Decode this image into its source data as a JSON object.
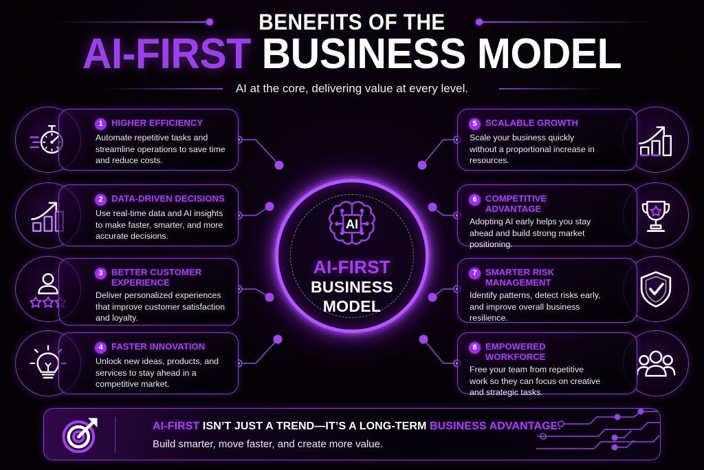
{
  "header": {
    "kicker": "BENEFITS OF THE",
    "title_accent": "AI-FIRST",
    "title_plain": " BUSINESS MODEL",
    "subtitle": "AI at the core, delivering value at every level."
  },
  "hub": {
    "chip_label": "AI",
    "line1": "AI-FIRST",
    "line2": "BUSINESS",
    "line3": "MODEL",
    "icon": "brain-chip-icon"
  },
  "cards": [
    {
      "number": "1",
      "title": "HIGHER EFFICIENCY",
      "body": "Automate repetitive tasks and streamline operations to save time and reduce costs.",
      "icon": "stopwatch-icon",
      "side": "left"
    },
    {
      "number": "2",
      "title": "DATA-DRIVEN DECISIONS",
      "body": "Use real-time data and AI insights to make faster, smarter, and more accurate decisions.",
      "icon": "growth-bar-chart-icon",
      "side": "left"
    },
    {
      "number": "3",
      "title": "BETTER CUSTOMER EXPERIENCE",
      "body": "Deliver personalized experiences that improve customer satisfaction and loyalty.",
      "icon": "user-rating-stars-icon",
      "side": "left"
    },
    {
      "number": "4",
      "title": "FASTER INNOVATION",
      "body": "Unlock new ideas, products, and services to stay ahead in a competitive market.",
      "icon": "lightbulb-icon",
      "side": "left"
    },
    {
      "number": "5",
      "title": "SCALABLE GROWTH",
      "body": "Scale your business quickly without a proportional increase in resources.",
      "icon": "growth-bar-chart-icon",
      "side": "right"
    },
    {
      "number": "6",
      "title": "COMPETITIVE ADVANTAGE",
      "body": "Adopting AI early helps you stay ahead and build strong market positioning.",
      "icon": "trophy-icon",
      "side": "right"
    },
    {
      "number": "7",
      "title": "SMARTER RISK MANAGEMENT",
      "body": "Identify patterns, detect risks early, and improve overall business resilience.",
      "icon": "shield-check-icon",
      "side": "right"
    },
    {
      "number": "8",
      "title": "EMPOWERED WORKFORCE",
      "body": "Free your team from repetitive work so they can focus on creative and strategic tasks.",
      "icon": "people-group-icon",
      "side": "right"
    }
  ],
  "banner": {
    "icon": "target-arrow-icon",
    "line1_part1": "AI-FIRST",
    "line1_part2": " ISN’T JUST A TREND—IT’S A LONG-TERM ",
    "line1_part3": "BUSINESS ADVANTAGE.",
    "line2": "Build smarter, move faster, and create more value.",
    "decoration": "circuit-traces-icon"
  },
  "colors": {
    "background": "#040004",
    "accent_purple": "#9b3fe8",
    "accent_bright": "#b455ff",
    "border_purple": "#9234dd",
    "text_white": "#ffffff",
    "text_body": "#efeaf7",
    "badge_purple": "#9b30e8"
  }
}
